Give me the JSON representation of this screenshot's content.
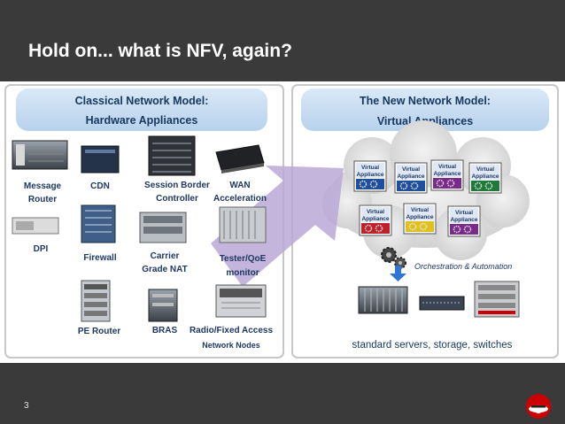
{
  "slide": {
    "title": "Hold on... what is NFV, again?",
    "page_number": "3"
  },
  "classical": {
    "title_line1": "Classical Network Model:",
    "title_line2": "Hardware Appliances",
    "items": [
      {
        "line1": "Message",
        "line2": "Router",
        "icon": "message-router-device"
      },
      {
        "line1": "CDN",
        "line2": "",
        "icon": "cdn-device"
      },
      {
        "line1": "Session Border",
        "line2": "Controller",
        "icon": "session-border-controller-device"
      },
      {
        "line1": "WAN",
        "line2": "Acceleration",
        "icon": "wan-acceleration-device"
      },
      {
        "line1": "DPI",
        "line2": "",
        "icon": "dpi-device"
      },
      {
        "line1": "Firewall",
        "line2": "",
        "icon": "firewall-device"
      },
      {
        "line1": "Carrier",
        "line2": "Grade NAT",
        "icon": "carrier-grade-nat-device"
      },
      {
        "line1": "Tester/QoE",
        "line2": "monitor",
        "icon": "tester-qoe-monitor-device"
      },
      {
        "line1": "PE Router",
        "line2": "",
        "icon": "pe-router-device"
      },
      {
        "line1": "BRAS",
        "line2": "",
        "icon": "bras-device"
      },
      {
        "line1": "Radio/Fixed Access",
        "line2": "Network Nodes",
        "icon": "radio-access-device"
      }
    ]
  },
  "new_model": {
    "title_line1": "The New Network Model:",
    "title_line2": "Virtual Appliances",
    "appliance_line1": "Virtual",
    "appliance_line2": "Appliance",
    "appliance_colors": [
      "#1f4e9c",
      "#1f4e9c",
      "#7a2a8c",
      "#1f7a3a",
      "#c0202a",
      "#e0c020",
      "#7a2a8c"
    ],
    "orchestration": "Orchestration & Automation",
    "footer": "standard servers, storage, switches"
  },
  "colors": {
    "header_band": "#c7ddf2",
    "header_text": "#17375e",
    "label_text": "#1f3864",
    "arrow": "#b9a8d6",
    "accent_red": "#cc0000"
  }
}
